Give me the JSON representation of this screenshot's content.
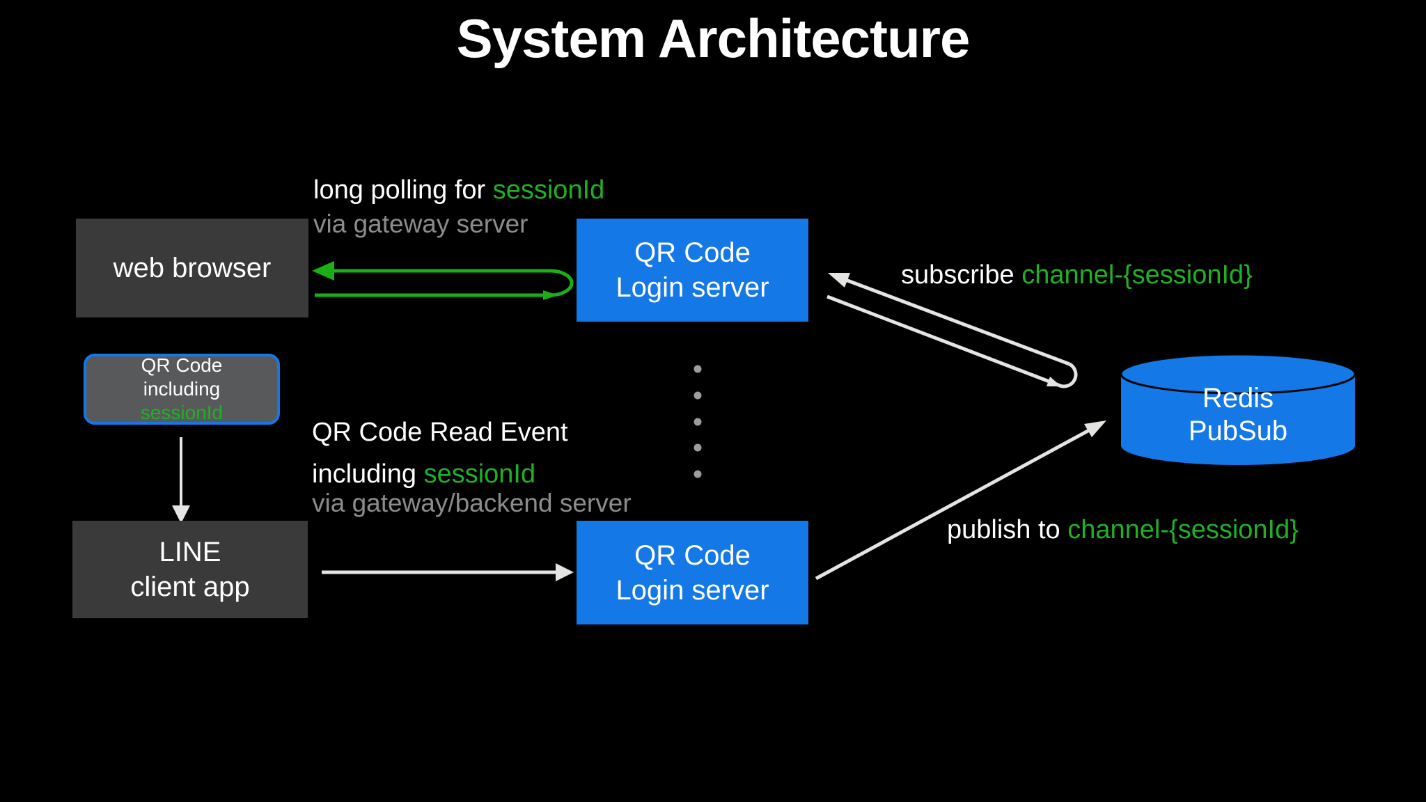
{
  "slide": {
    "title": "System Architecture"
  },
  "colors": {
    "accent_blue": "#1478e6",
    "accent_green": "#1bae17",
    "green_text": "#20b025",
    "box_gray": "#3a3a3b",
    "qr_badge_gray": "#58595a",
    "muted_gray": "#8c8c8c",
    "arrow_white": "#e4e4e2",
    "dot_gray": "#9c9c9c"
  },
  "nodes": {
    "web_browser": {
      "label": "web browser"
    },
    "qr_code_badge": {
      "line1": "QR Code",
      "line2": "including",
      "line3": "sessionId"
    },
    "line_client_app": {
      "line1": "LINE",
      "line2": "client app"
    },
    "qr_login_server_top": {
      "line1": "QR Code",
      "line2": "Login server"
    },
    "qr_login_server_bottom": {
      "line1": "QR Code",
      "line2": "Login server"
    },
    "redis_pubsub": {
      "line1": "Redis",
      "line2": "PubSub"
    }
  },
  "annotations": {
    "long_polling": {
      "white": "long polling for ",
      "green": "sessionId",
      "via": "via gateway server"
    },
    "qr_read_event": {
      "title": "QR Code Read Event",
      "white": "including ",
      "green": "sessionId",
      "via": "via gateway/backend server"
    },
    "subscribe": {
      "white": "subscribe ",
      "green": "channel-{sessionId}"
    },
    "publish": {
      "white": "publish to ",
      "green": "channel-{sessionId}"
    }
  }
}
